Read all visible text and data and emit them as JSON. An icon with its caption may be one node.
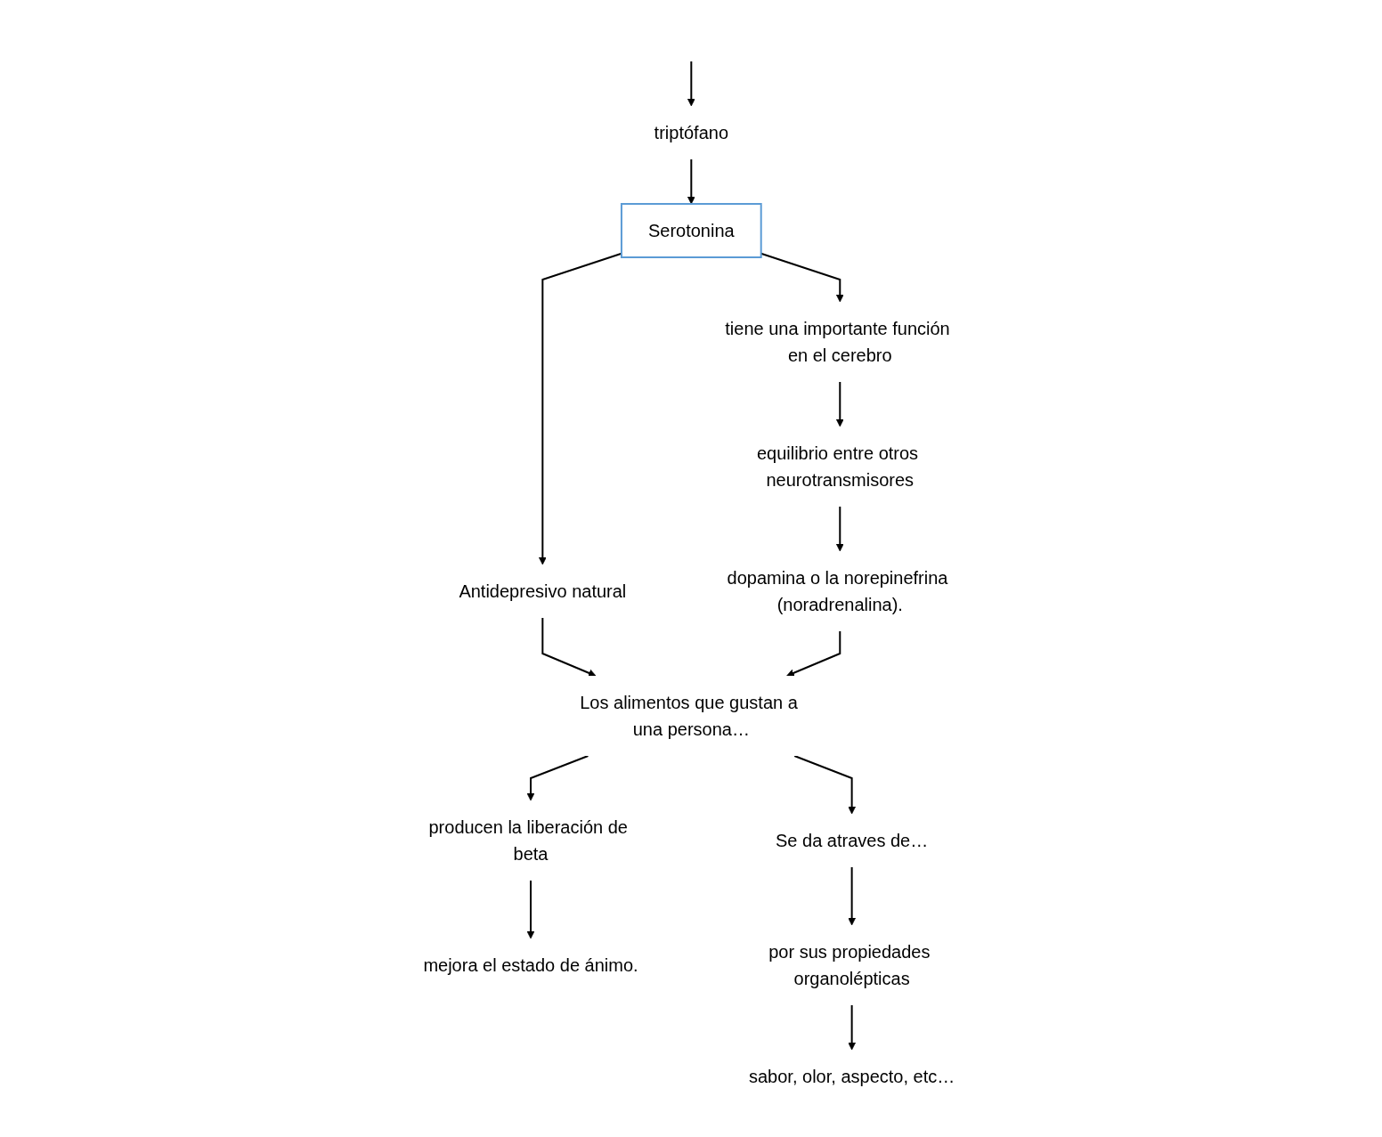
{
  "diagram": {
    "nodes": [
      {
        "text": [
          "triptófano"
        ]
      },
      {
        "text": [
          "Serotonina"
        ]
      },
      {
        "text": [
          "Antidepresivo natural"
        ]
      },
      {
        "text": [
          "tiene una importante función en el cerebro"
        ]
      },
      {
        "text": [
          "equilibrio entre otros neurotransmisores"
        ]
      },
      {
        "text": [
          "dopamina o la norepinefrina (noradrenalina)."
        ]
      },
      {
        "text": [
          "Los alimentos que gustan a una persona…"
        ]
      },
      {
        "text": [
          "producen la liberación de beta"
        ]
      },
      {
        "text": [
          "mejora el estado de ánimo."
        ]
      },
      {
        "text": [
          "Se da atraves de…"
        ]
      },
      {
        "text": [
          "por sus propiedades organolépticas"
        ]
      },
      {
        "text": [
          "sabor, olor, aspecto, etc…"
        ]
      }
    ],
    "edges": [
      {
        "from": null,
        "to": 0,
        "arrow": "to"
      },
      {
        "from": 0,
        "to": 1,
        "arrow": "to"
      },
      {
        "from": 1,
        "to": 2,
        "arrow": "to"
      },
      {
        "from": 1,
        "to": 3,
        "arrow": "to"
      },
      {
        "from": 3,
        "to": 4,
        "arrow": "to"
      },
      {
        "from": 4,
        "to": 5,
        "arrow": "to"
      },
      {
        "from": 2,
        "to": 6,
        "arrow": "to"
      },
      {
        "from": 5,
        "to": 6,
        "arrow": "to"
      },
      {
        "from": 6,
        "to": 7,
        "arrow": "to"
      },
      {
        "from": 6,
        "to": 9,
        "arrow": "to"
      },
      {
        "from": 7,
        "to": 8,
        "arrow": "to"
      },
      {
        "from": 9,
        "to": 10,
        "arrow": "to"
      },
      {
        "from": 10,
        "to": 11,
        "arrow": "to"
      }
    ]
  }
}
